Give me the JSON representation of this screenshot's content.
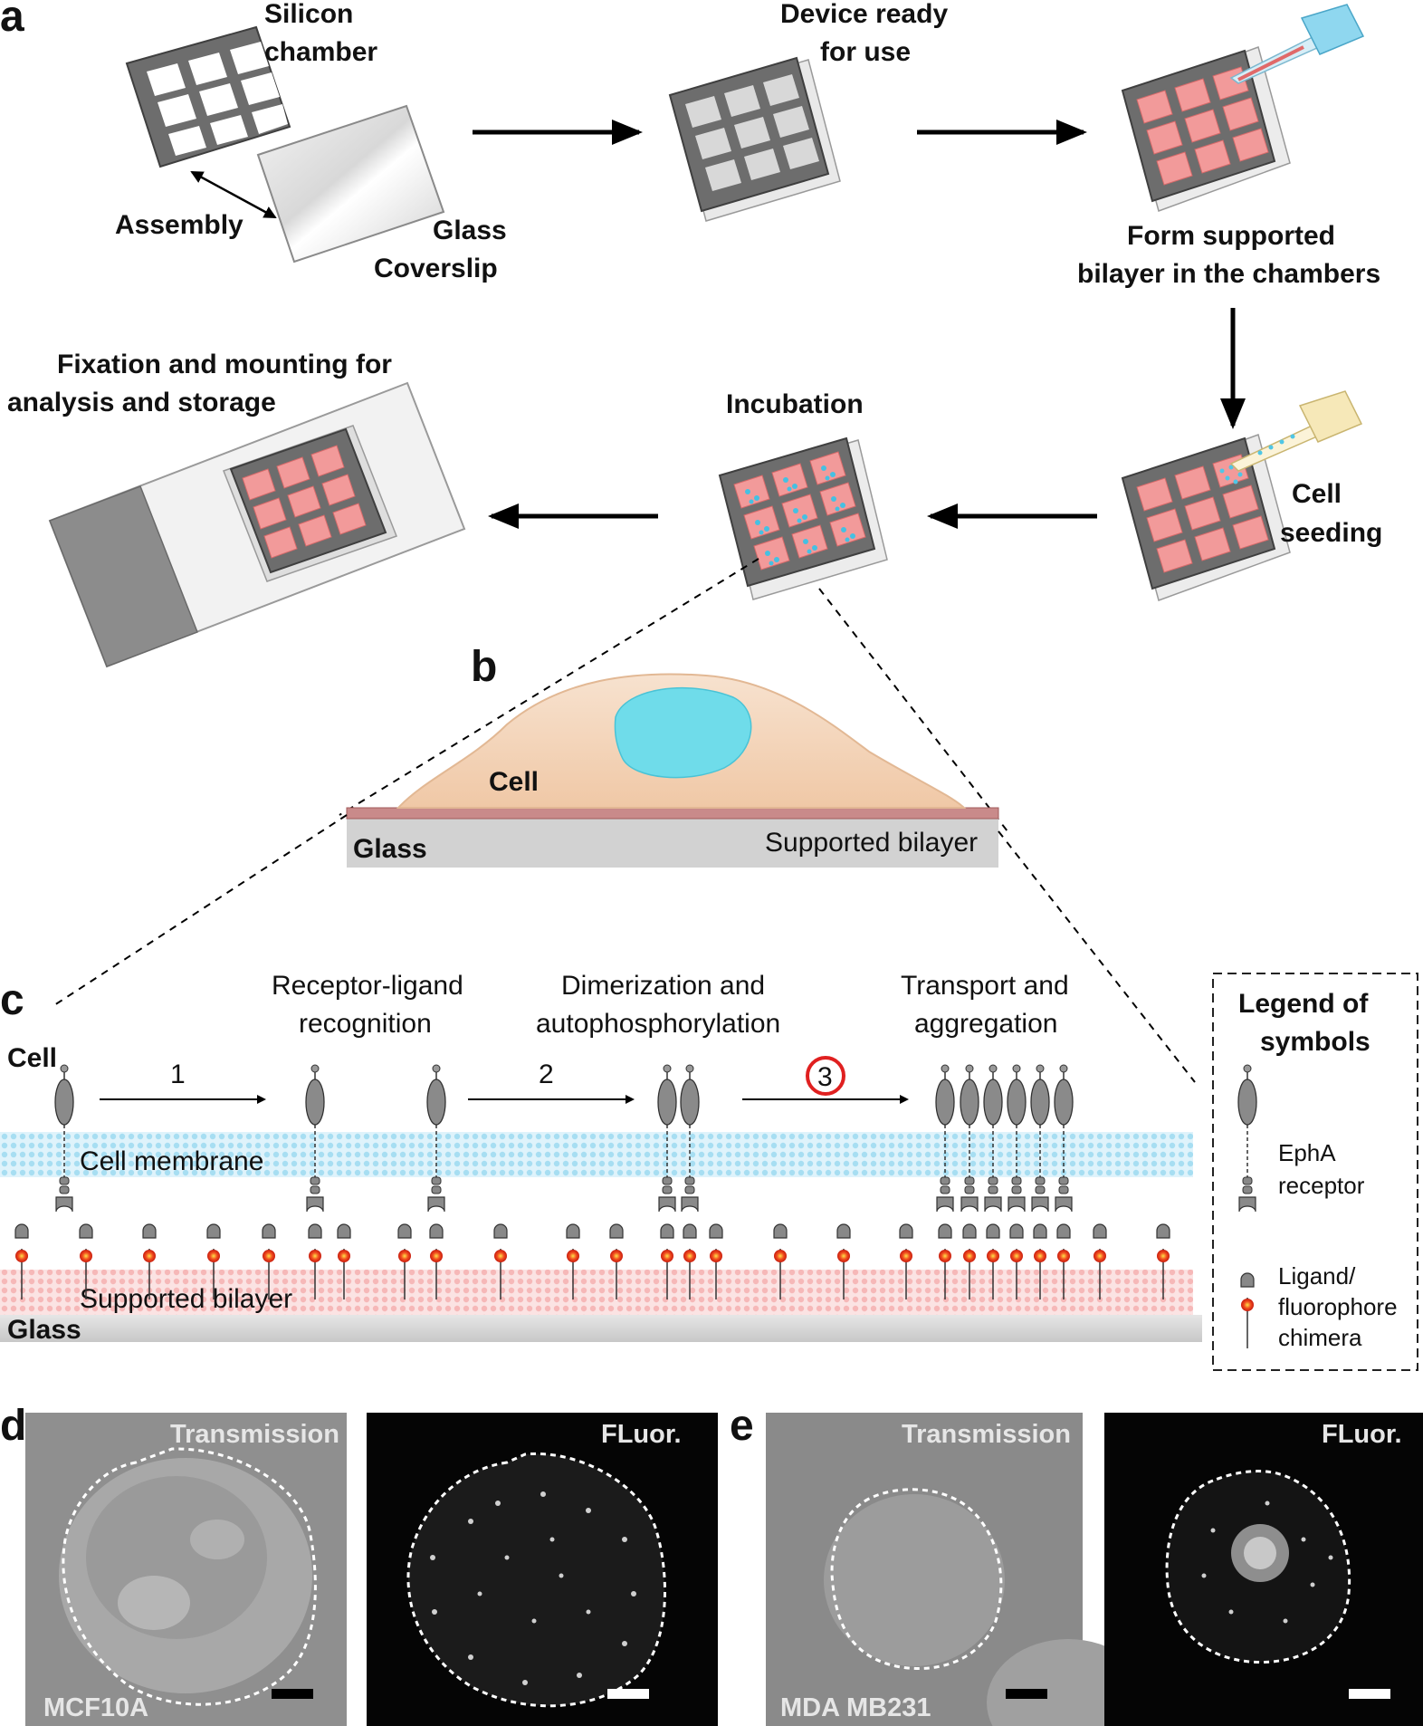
{
  "panels": {
    "a": "a",
    "b": "b",
    "c": "c",
    "d": "d",
    "e": "e"
  },
  "panel_a": {
    "silicon_chamber": [
      "Silicon",
      "chamber"
    ],
    "assembly": "Assembly",
    "glass_coverslip": [
      "Glass",
      "Coverslip"
    ],
    "device_ready": [
      "Device ready",
      "for use"
    ],
    "form_bilayer": [
      "Form supported",
      "bilayer in the chambers"
    ],
    "cell_seeding": [
      "Cell",
      "seeding"
    ],
    "incubation": "Incubation",
    "fixation": [
      "Fixation and mounting for",
      "analysis and storage"
    ]
  },
  "panel_b": {
    "cell": "Cell",
    "glass": "Glass",
    "supported_bilayer": "Supported bilayer"
  },
  "panel_c": {
    "steps": [
      {
        "num": "1",
        "title": []
      },
      {
        "num": "2",
        "title": [
          "Receptor-ligand",
          "recognition"
        ]
      },
      {
        "num": "3",
        "title": [
          "Dimerization and",
          "autophosphorylation"
        ]
      }
    ],
    "transport": [
      "Transport and",
      "aggregation"
    ],
    "cell": "Cell",
    "cell_membrane": "Cell membrane",
    "supported_bilayer": "Supported bilayer",
    "glass": "Glass",
    "legend_title": [
      "Legend of",
      "symbols"
    ],
    "legend_receptor": [
      "EphA",
      "receptor"
    ],
    "legend_ligand": [
      "Ligand/",
      "fluorophore",
      "chimera"
    ]
  },
  "panel_d": {
    "transmission": "Transmission",
    "fluor": "FLuor.",
    "cell_line": "MCF10A"
  },
  "panel_e": {
    "transmission": "Transmission",
    "fluor": "FLuor.",
    "cell_line": "MDA MB231"
  },
  "colors": {
    "chamber_gray": "#6f6f6f",
    "bilayer_pink": "#f28c8c",
    "membrane_blue": "#8fd8f0",
    "fluorophore_red": "#e8321e",
    "highlight_circle": "#e02020"
  }
}
